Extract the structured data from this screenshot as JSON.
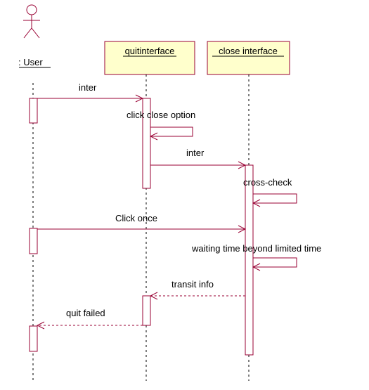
{
  "diagram": {
    "actor": {
      "name": ": User"
    },
    "lifelines": [
      {
        "id": "quit",
        "name": "quitinterface"
      },
      {
        "id": "close",
        "name": "close interface"
      }
    ],
    "messages": [
      {
        "label": "inter",
        "from": "User",
        "to": "quitinterface",
        "kind": "sync"
      },
      {
        "label": "click close option",
        "from": "quitinterface",
        "to": "quitinterface",
        "kind": "self"
      },
      {
        "label": "inter",
        "from": "quitinterface",
        "to": "close interface",
        "kind": "sync"
      },
      {
        "label": "cross-check",
        "from": "close interface",
        "to": "close interface",
        "kind": "self"
      },
      {
        "label": "Click once",
        "from": "User",
        "to": "close interface",
        "kind": "sync"
      },
      {
        "label": "waiting time beyond limited time",
        "from": "close interface",
        "to": "close interface",
        "kind": "self"
      },
      {
        "label": "transit info",
        "from": "close interface",
        "to": "quitinterface",
        "kind": "return"
      },
      {
        "label": "quit failed",
        "from": "quitinterface",
        "to": "User",
        "kind": "return"
      }
    ]
  },
  "colors": {
    "message_line": "#990033",
    "box_fill": "#ffffcc",
    "box_border": "#990033",
    "activation_fill": "#ffffff",
    "activation_border": "#990033",
    "lifeline_dash": "#000000"
  }
}
